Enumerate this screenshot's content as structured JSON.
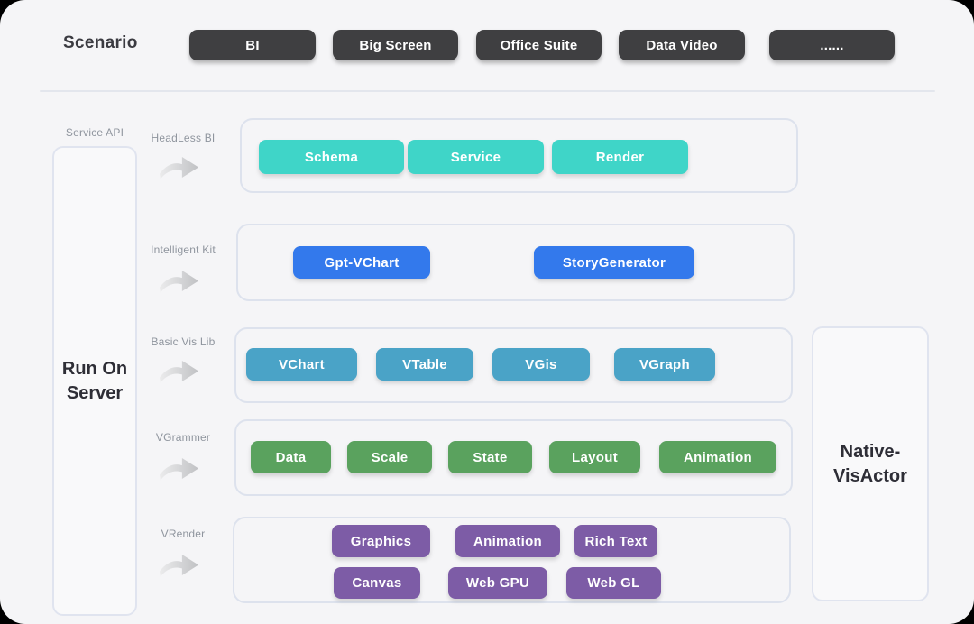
{
  "colors": {
    "page_background": "#000000",
    "card_background": "#f5f5f7",
    "scenario_button": "#3f3f41",
    "container_border": "#dde2ed",
    "headless_bi_accent": "#3fd5c8",
    "intelligent_kit_accent": "#3379ec",
    "basic_vis_lib_accent": "#4aa3c7",
    "vgrammer_accent": "#5aa25e",
    "vrender_accent": "#7d5ca6"
  },
  "scenario": {
    "label": "Scenario",
    "buttons": [
      "BI",
      "Big Screen",
      "Office Suite",
      "Data Video",
      "......"
    ]
  },
  "left_panel": {
    "api_label": "Service API",
    "server_line1": "Run On",
    "server_line2": "Server"
  },
  "layers": [
    {
      "label": "HeadLess BI",
      "color": "#3fd5c8",
      "buttons": [
        "Schema",
        "Service",
        "Render"
      ]
    },
    {
      "label": "Intelligent Kit",
      "color": "#3379ec",
      "buttons": [
        "Gpt-VChart",
        "StoryGenerator"
      ]
    },
    {
      "label": "Basic Vis Lib",
      "color": "#4aa3c7",
      "buttons": [
        "VChart",
        "VTable",
        "VGis",
        "VGraph"
      ]
    },
    {
      "label": "VGrammer",
      "color": "#5aa25e",
      "buttons": [
        "Data",
        "Scale",
        "State",
        "Layout",
        "Animation"
      ]
    },
    {
      "label": "VRender",
      "color": "#7d5ca6",
      "buttons": [
        "Graphics",
        "Animation",
        "Rich Text",
        "Canvas",
        "Web GPU",
        "Web GL"
      ]
    }
  ],
  "right_panel": {
    "line1": "Native-",
    "line2": "VisActor"
  }
}
